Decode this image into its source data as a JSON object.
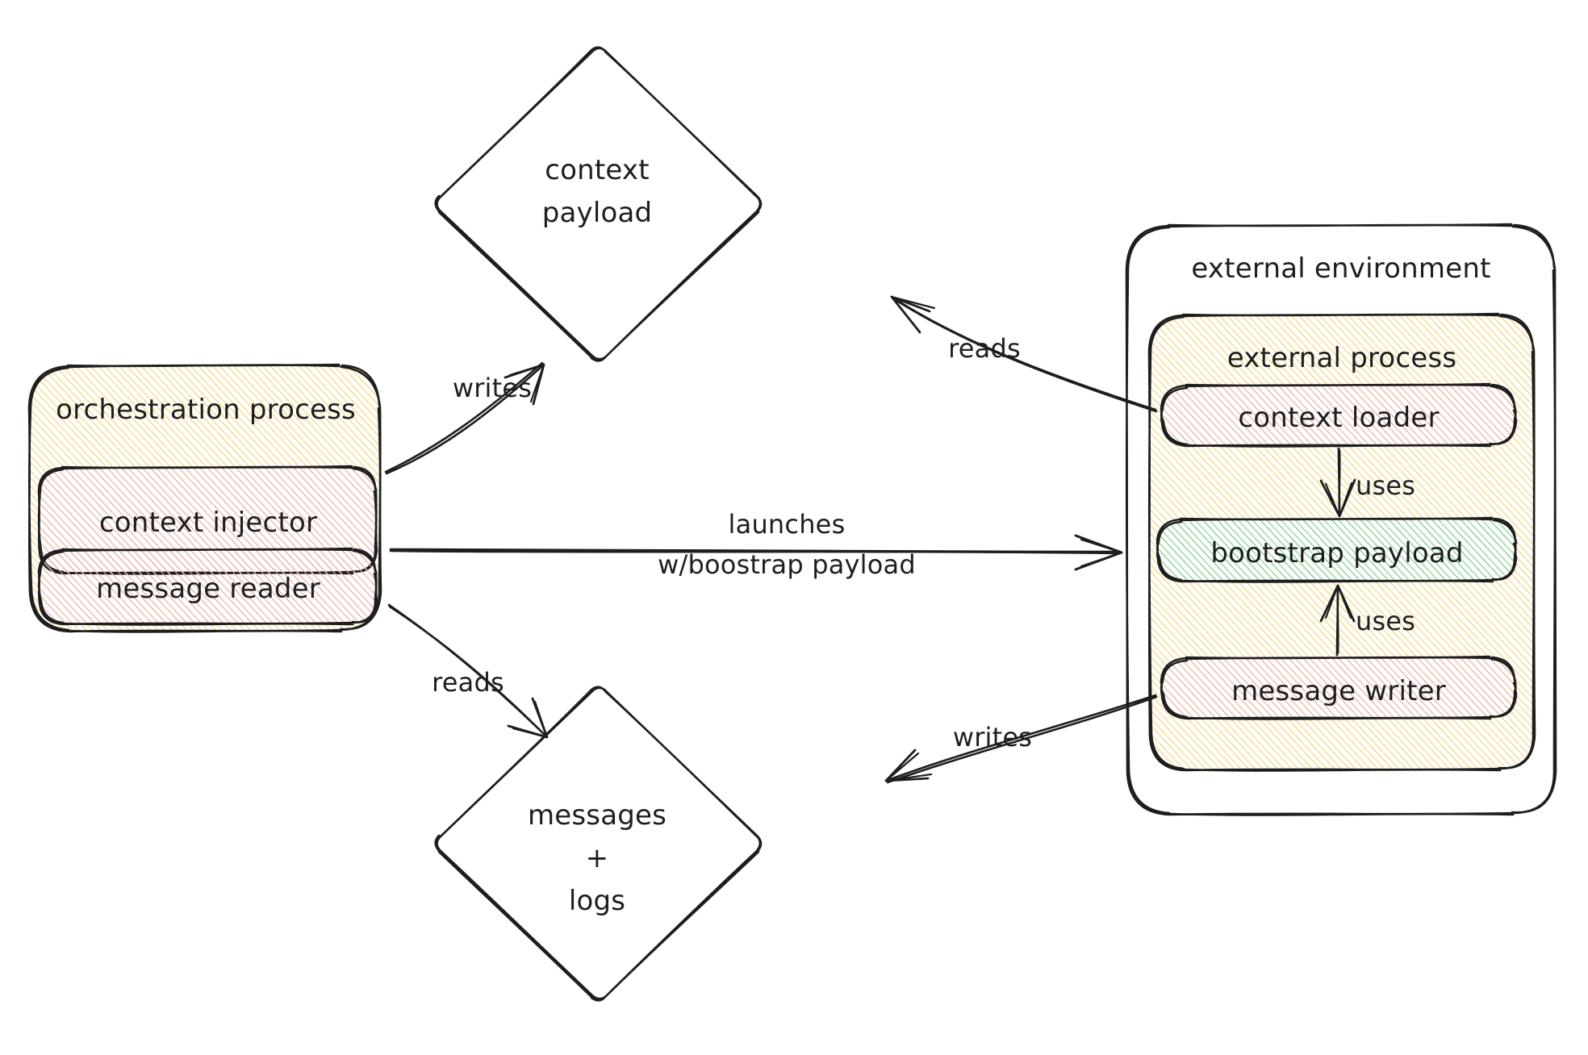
{
  "diagram": {
    "title": "orchestration / external process context and message flow",
    "background": "#ffffff",
    "stroke_color": "#1e1e1e",
    "fills": {
      "yellow_hachure": "#f5d36b",
      "pink_hachure": "#e8a0a8",
      "green_hachure": "#5ec98a",
      "transparent": "#ffffff"
    }
  },
  "groups": [
    {
      "id": "orchestration-process",
      "label": "orchestration process",
      "fill": "yellow_hachure",
      "children": [
        "context-injector",
        "message-reader"
      ]
    },
    {
      "id": "external-environment",
      "label": "external environment",
      "fill": "transparent",
      "children": [
        "external-process"
      ]
    },
    {
      "id": "external-process",
      "label": "external process",
      "fill": "yellow_hachure",
      "children": [
        "context-loader",
        "bootstrap-payload",
        "message-writer"
      ]
    }
  ],
  "nodes": [
    {
      "id": "context-injector",
      "label": "context injector",
      "shape": "rounded-rect",
      "fill": "pink_hachure"
    },
    {
      "id": "message-reader",
      "label": "message reader",
      "shape": "rounded-rect",
      "fill": "pink_hachure"
    },
    {
      "id": "context-loader",
      "label": "context loader",
      "shape": "rounded-rect",
      "fill": "pink_hachure"
    },
    {
      "id": "bootstrap-payload",
      "label": "bootstrap payload",
      "shape": "rounded-rect",
      "fill": "green_hachure"
    },
    {
      "id": "message-writer",
      "label": "message writer",
      "shape": "rounded-rect",
      "fill": "pink_hachure"
    },
    {
      "id": "context-payload",
      "label": "context\npayload",
      "shape": "diamond",
      "fill": "transparent"
    },
    {
      "id": "messages-logs",
      "label": "messages\n+\nlogs",
      "shape": "diamond",
      "fill": "transparent"
    }
  ],
  "edges": [
    {
      "id": "e-writes-context",
      "label": "writes",
      "from": "context-injector",
      "to": "context-payload"
    },
    {
      "id": "e-reads-context",
      "label": "reads",
      "from": "context-loader",
      "to": "context-payload"
    },
    {
      "id": "e-launches",
      "label": "launches\nw/boostrap payload",
      "from": "orchestration-process",
      "to": "external-process"
    },
    {
      "id": "e-reads-messages",
      "label": "reads",
      "from": "message-reader",
      "to": "messages-logs"
    },
    {
      "id": "e-writes-messages",
      "label": "writes",
      "from": "message-writer",
      "to": "messages-logs"
    },
    {
      "id": "e-uses-loader",
      "label": "uses",
      "from": "context-loader",
      "to": "bootstrap-payload"
    },
    {
      "id": "e-uses-writer",
      "label": "uses",
      "from": "message-writer",
      "to": "bootstrap-payload"
    }
  ],
  "labels": {
    "orchestration_process": "orchestration process",
    "context_injector": "context injector",
    "message_reader": "message reader",
    "external_environment": "external environment",
    "external_process": "external process",
    "context_loader": "context loader",
    "bootstrap_payload": "bootstrap payload",
    "message_writer": "message writer",
    "context_payload_line1": "context",
    "context_payload_line2": "payload",
    "messages_logs_line1": "messages",
    "messages_logs_line2": "+",
    "messages_logs_line3": "logs",
    "writes_top": "writes",
    "reads_top": "reads",
    "launches_line1": "launches",
    "launches_line2": "w/boostrap payload",
    "reads_bottom": "reads",
    "writes_bottom": "writes",
    "uses_upper": "uses",
    "uses_lower": "uses"
  }
}
